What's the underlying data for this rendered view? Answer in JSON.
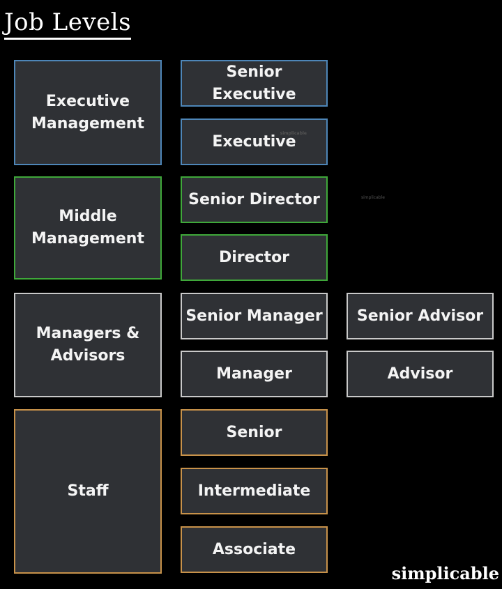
{
  "title": "Job Levels",
  "colors": {
    "background": "#000000",
    "box_fill": "#2f3135",
    "executive": "#4e86b8",
    "middle": "#3fa83a",
    "managers": "#c9c9c9",
    "staff": "#c8924a"
  },
  "groups": [
    {
      "label": "Executive Management",
      "levels": [
        "Senior Executive",
        "Executive"
      ]
    },
    {
      "label": "Middle Management",
      "levels": [
        "Senior Director",
        "Director"
      ]
    },
    {
      "label": "Managers & Advisors",
      "levels": [
        "Senior Manager",
        "Manager"
      ],
      "parallel": [
        "Senior Advisor",
        "Advisor"
      ]
    },
    {
      "label": "Staff",
      "levels": [
        "Senior",
        "Intermediate",
        "Associate"
      ]
    }
  ],
  "watermark": "simplicable",
  "brand": "simplicable"
}
